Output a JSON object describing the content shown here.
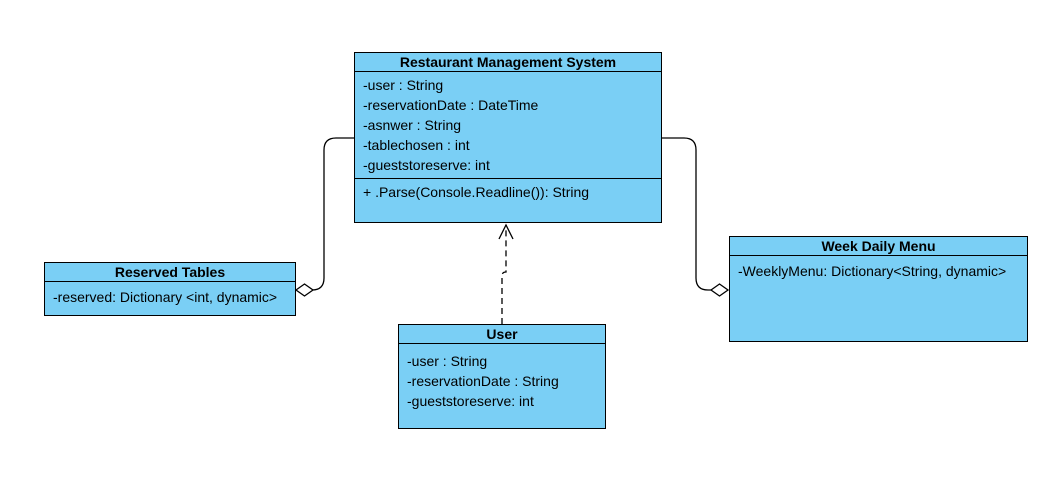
{
  "colors": {
    "class_fill": "#7ACFF5",
    "stroke": "#000000"
  },
  "classes": {
    "rms": {
      "name": "Restaurant Management System",
      "attributes": [
        "-user : String",
        "-reservationDate : DateTime",
        "-asnwer : String",
        "-tablechosen : int",
        "-gueststoreserve: int"
      ],
      "methods": [
        "+ .Parse(Console.Readline()): String"
      ]
    },
    "reserved_tables": {
      "name": "Reserved Tables",
      "attributes": [
        "-reserved: Dictionary <int, dynamic>"
      ]
    },
    "user": {
      "name": "User",
      "attributes": [
        "-user : String",
        "-reservationDate : String",
        "-gueststoreserve: int"
      ]
    },
    "week_menu": {
      "name": "Week Daily Menu",
      "attributes": [
        "-WeeklyMenu: Dictionary<String, dynamic>"
      ]
    }
  },
  "relationships": [
    {
      "type": "aggregation",
      "from": "reserved_tables",
      "to": "rms"
    },
    {
      "type": "aggregation",
      "from": "week_menu",
      "to": "rms"
    },
    {
      "type": "dependency",
      "from": "user",
      "to": "rms"
    }
  ]
}
